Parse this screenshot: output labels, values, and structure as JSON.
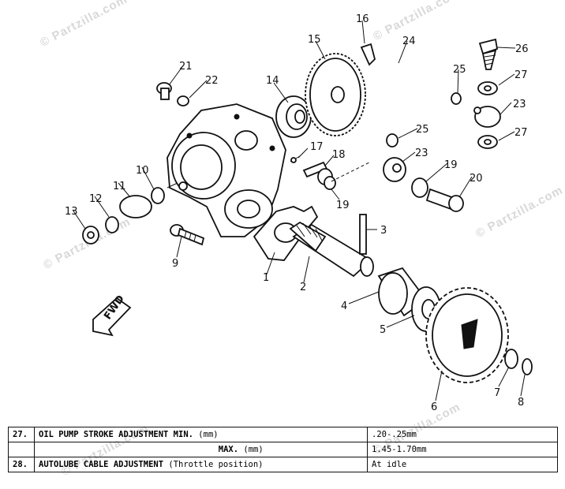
{
  "watermark": "© Partzilla.com",
  "callouts": [
    {
      "n": "1"
    },
    {
      "n": "2"
    },
    {
      "n": "3"
    },
    {
      "n": "4"
    },
    {
      "n": "5"
    },
    {
      "n": "6"
    },
    {
      "n": "7"
    },
    {
      "n": "8"
    },
    {
      "n": "9"
    },
    {
      "n": "10"
    },
    {
      "n": "11"
    },
    {
      "n": "12"
    },
    {
      "n": "13"
    },
    {
      "n": "14"
    },
    {
      "n": "15"
    },
    {
      "n": "16"
    },
    {
      "n": "17"
    },
    {
      "n": "18"
    },
    {
      "n": "19"
    },
    {
      "n": "19"
    },
    {
      "n": "20"
    },
    {
      "n": "21"
    },
    {
      "n": "22"
    },
    {
      "n": "23"
    },
    {
      "n": "23"
    },
    {
      "n": "24"
    },
    {
      "n": "25"
    },
    {
      "n": "25"
    },
    {
      "n": "26"
    },
    {
      "n": "27"
    },
    {
      "n": "27"
    }
  ],
  "fwd_label": "FWD",
  "spec_table": {
    "rows": [
      {
        "num": "27.",
        "label": "OIL PUMP STROKE ADJUSTMENT MIN.",
        "unit": "(mm)",
        "value": ".20-.25mm"
      },
      {
        "num": "",
        "label": "MAX.",
        "unit": "(mm)",
        "value": "1.45-1.70mm"
      },
      {
        "num": "28.",
        "label": "AUTOLUBE CABLE ADJUSTMENT",
        "unit": "(Throttle position)",
        "value": "At idle"
      }
    ]
  }
}
